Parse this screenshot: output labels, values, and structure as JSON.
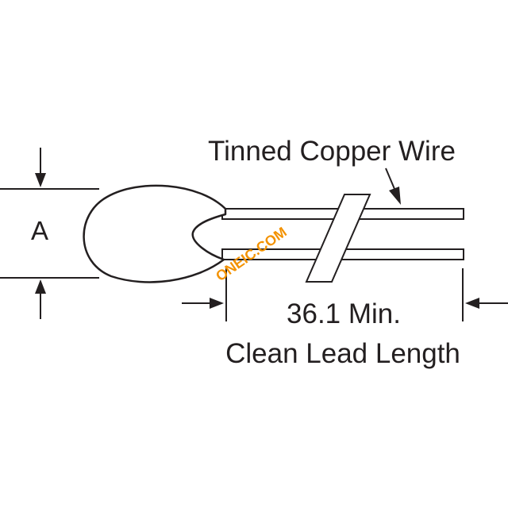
{
  "labels": {
    "wire": "Tinned Copper Wire",
    "dimension_a": "A",
    "min_length": "36.1 Min.",
    "clean_lead": "Clean Lead Length"
  },
  "watermark": {
    "text": "ONEIC.COM",
    "color": "#f39200"
  },
  "colors": {
    "line": "#231f20",
    "body_fill": "#ffffff",
    "background": "#ffffff"
  }
}
